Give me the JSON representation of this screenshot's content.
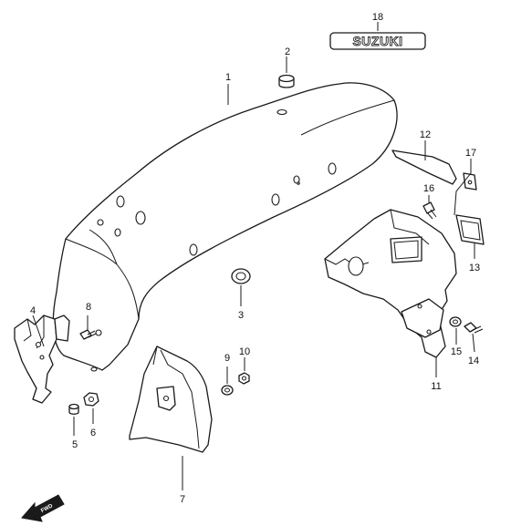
{
  "callouts": [
    {
      "id": "1",
      "label": "1"
    },
    {
      "id": "2",
      "label": "2"
    },
    {
      "id": "3",
      "label": "3"
    },
    {
      "id": "4",
      "label": "4"
    },
    {
      "id": "5",
      "label": "5"
    },
    {
      "id": "6",
      "label": "6"
    },
    {
      "id": "7",
      "label": "7"
    },
    {
      "id": "8",
      "label": "8"
    },
    {
      "id": "9",
      "label": "9"
    },
    {
      "id": "10",
      "label": "10"
    },
    {
      "id": "11",
      "label": "11"
    },
    {
      "id": "12",
      "label": "12"
    },
    {
      "id": "13",
      "label": "13"
    },
    {
      "id": "14",
      "label": "14"
    },
    {
      "id": "15",
      "label": "15"
    },
    {
      "id": "16",
      "label": "16"
    },
    {
      "id": "17",
      "label": "17"
    },
    {
      "id": "18",
      "label": "18"
    }
  ],
  "emblem_text": "SUZUKI",
  "direction_arrow_text": "FWD",
  "colors": {
    "line": "#1a1a1a",
    "background": "#ffffff"
  }
}
